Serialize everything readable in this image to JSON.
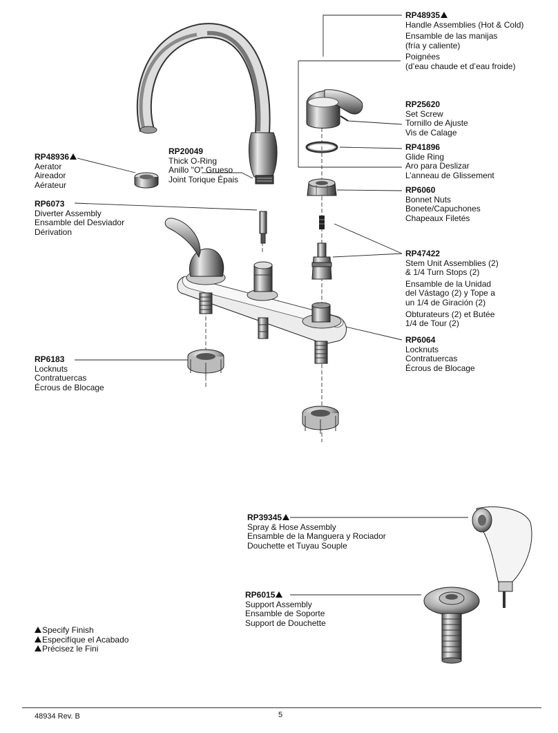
{
  "parts": {
    "handle_assemblies": {
      "number": "RP48935",
      "lines": [
        "Handle Assemblies (Hot & Cold)",
        "Ensamble de las manijas",
        "(fría y caliente)",
        "Poignées",
        "(d’eau chaude et d’eau froide)"
      ]
    },
    "set_screw": {
      "number": "RP25620",
      "lines": [
        "Set Screw",
        "Tornillo de Ajuste",
        "Vis de Calage"
      ]
    },
    "glide_ring": {
      "number": "RP41896",
      "lines": [
        "Glide Ring",
        "Aro para Deslizar",
        "L’anneau de Glissement"
      ]
    },
    "bonnet_nuts": {
      "number": "RP6060",
      "lines": [
        "Bonnet Nuts",
        "Bonete/Capuchones",
        "Chapeaux Filetés"
      ]
    },
    "stem_units": {
      "number": "RP47422",
      "lines": [
        "Stem Unit Assemblies (2)",
        "& 1/4 Turn Stops (2)",
        "Ensamble de la Unidad",
        "del Vástago (2) y Tope a",
        "un 1/4 de Giración (2)",
        "Obturateurs (2) et Butée",
        "1/4 de Tour (2)"
      ]
    },
    "locknuts_right": {
      "number": "RP6064",
      "lines": [
        "Locknuts",
        "Contratuercas",
        "Écrous de Blocage"
      ]
    },
    "aerator": {
      "number": "RP48936",
      "lines": [
        "Aerator",
        "Aireador",
        "Aérateur"
      ]
    },
    "thick_oring": {
      "number": "RP20049",
      "lines": [
        "Thick O-Ring",
        "Anillo \"O\" Grueso",
        "Joint Torique Épais"
      ]
    },
    "diverter": {
      "number": "RP6073",
      "lines": [
        "Diverter Assembly",
        "Ensamble del Desviador",
        "Dérivation"
      ]
    },
    "locknuts_left": {
      "number": "RP6183",
      "lines": [
        "Locknuts",
        "Contratuercas",
        "Écrous de Blocage"
      ]
    },
    "spray_hose": {
      "number": "RP39345",
      "lines": [
        "Spray & Hose Assembly",
        "Ensamble de la Manguera y Rociador",
        "Douchette et Tuyau Souple"
      ]
    },
    "support": {
      "number": "RP6015",
      "lines": [
        "Support Assembly",
        "Ensamble de Soporte",
        "Support de Douchette"
      ]
    }
  },
  "legend": [
    "Specify Finish",
    "Especifíque el Acabado",
    "Précisez le Fini"
  ],
  "footer": {
    "doc": "48934  Rev. B",
    "page": "5"
  }
}
